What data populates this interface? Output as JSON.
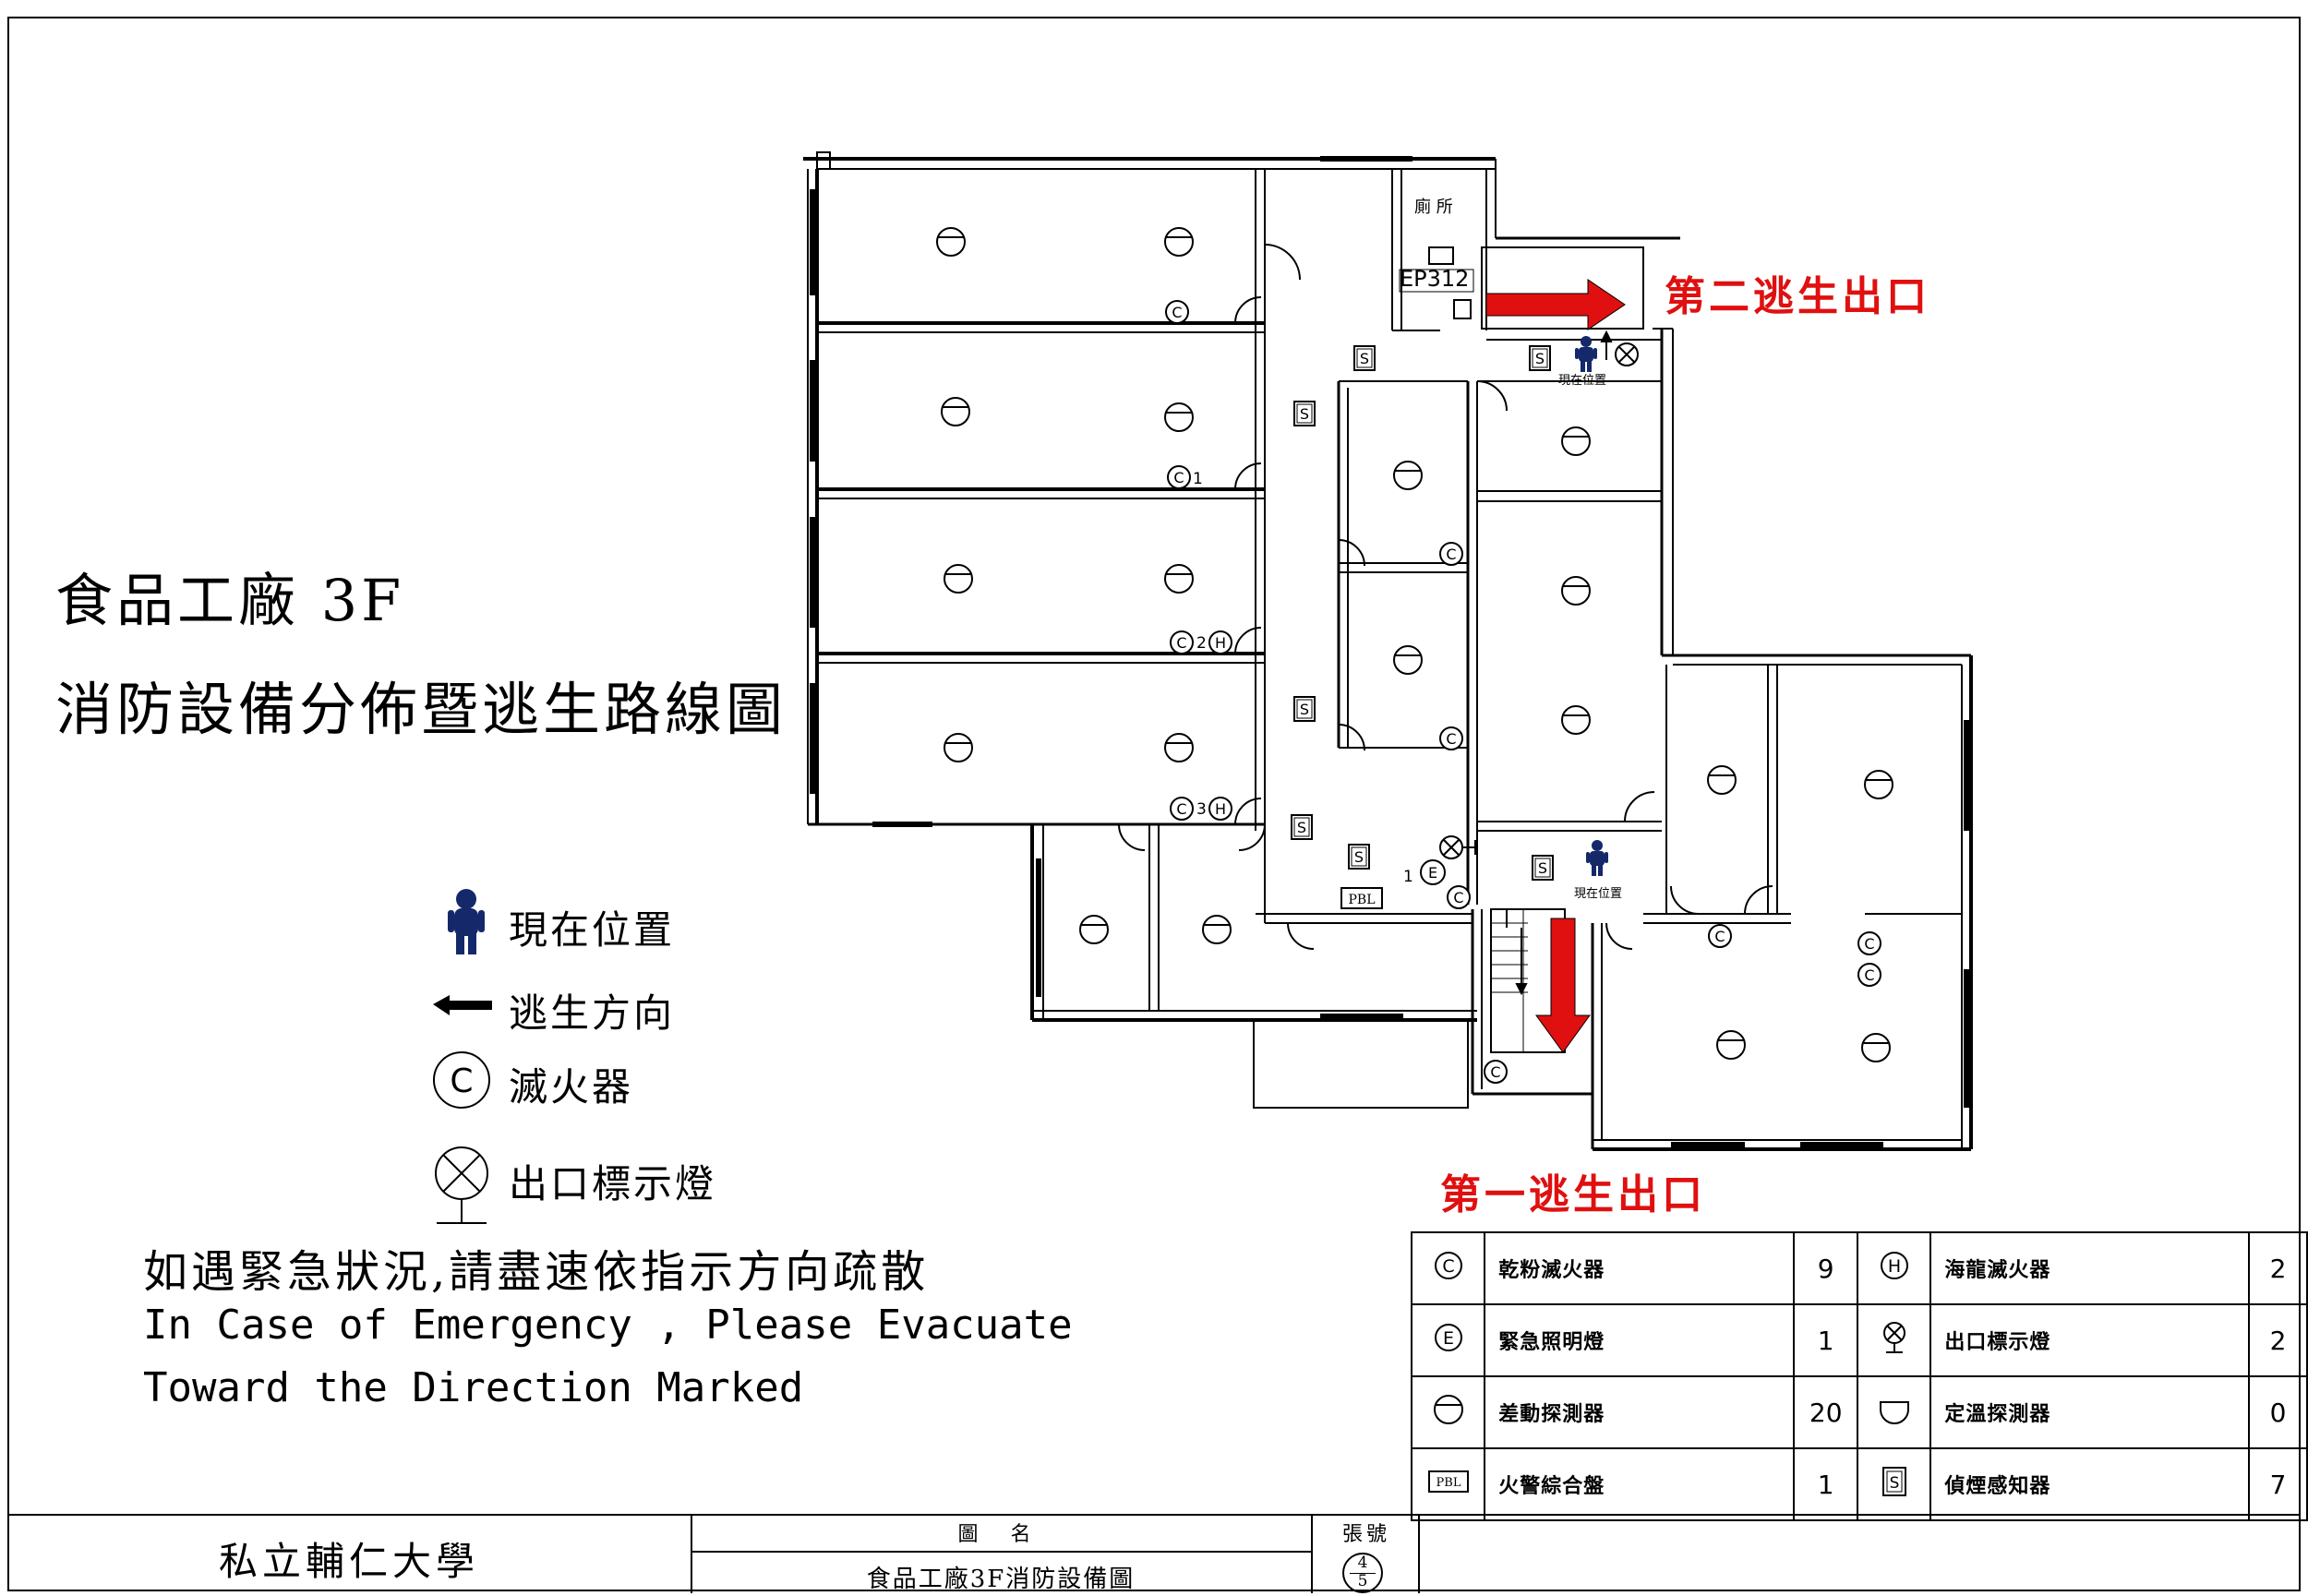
{
  "titles": {
    "line1": "食品工廠 3F",
    "line2": "消防設備分佈暨逃生路線圖"
  },
  "legend": [
    {
      "icon": "person-icon",
      "label": "現在位置"
    },
    {
      "icon": "arrow-left-icon",
      "label": "逃生方向"
    },
    {
      "icon": "extinguisher-c-icon",
      "label": "滅火器"
    },
    {
      "icon": "exit-light-icon",
      "label": "出口標示燈"
    }
  ],
  "notice": {
    "zh": "如遇緊急狀況,請盡速依指示方向疏散",
    "en_line1": "In Case of Emergency , Please Evacuate",
    "en_line2": "Toward the Direction Marked"
  },
  "exits": {
    "exit_2": "第二逃生出口",
    "exit_1": "第一逃生出口"
  },
  "plan_labels": {
    "toilet": "廁 所",
    "panel": "EP312",
    "here_1": "現在位置",
    "here_2": "現在位置",
    "pbl": "PBL",
    "ext_1": "1",
    "ext_2": "2",
    "ext_3": "3",
    "em_light": "1"
  },
  "equipment_table": [
    {
      "left_icon": "extinguisher-c-icon",
      "left_name": "乾粉滅火器",
      "left_count": "9",
      "right_icon": "halon-h-icon",
      "right_name": "海龍滅火器",
      "right_count": "2"
    },
    {
      "left_icon": "emergency-e-icon",
      "left_name": "緊急照明燈",
      "left_count": "1",
      "right_icon": "exit-light-icon",
      "right_name": "出口標示燈",
      "right_count": "2"
    },
    {
      "left_icon": "rate-rise-detector-icon",
      "left_name": "差動探測器",
      "left_count": "20",
      "right_icon": "fixed-temp-detector-icon",
      "right_name": "定溫探測器",
      "right_count": "0"
    },
    {
      "left_icon": "pbl-panel-icon",
      "left_name": "火警綜合盤",
      "left_count": "1",
      "right_icon": "smoke-detector-icon",
      "right_name": "偵煙感知器",
      "right_count": "7"
    }
  ],
  "footer": {
    "school": "私立輔仁大學",
    "figure_label": "圖 名",
    "figure_name": "食品工廠3F消防設備圖",
    "sheet_label": "張號",
    "sheet_num": "4",
    "sheet_den": "5"
  },
  "colors": {
    "exit_arrow": "#e01010",
    "person": "#14286a",
    "ink": "#000000"
  }
}
